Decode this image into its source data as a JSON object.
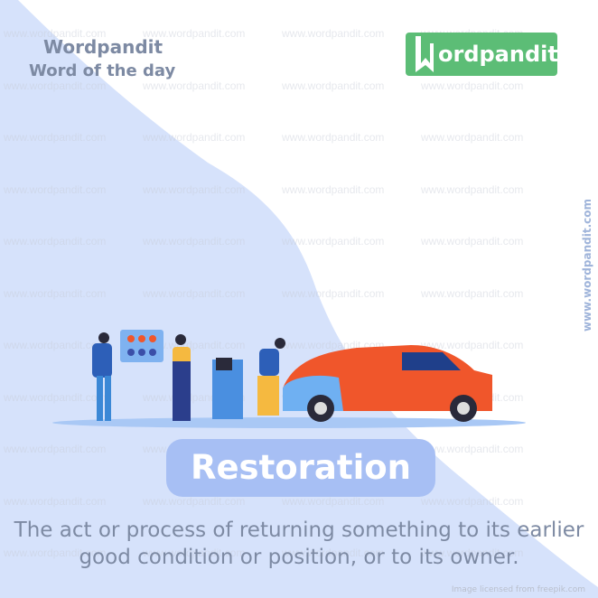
{
  "header": {
    "brand": "Wordpandit",
    "subtitle": "Word of the day"
  },
  "logo": {
    "text": "ordpandit",
    "letter": "W"
  },
  "watermark": "www.wordpandit.com",
  "side_watermark": "www.wordpandit.com",
  "word": "Restoration",
  "definition_lines": [
    "The act or process of returning something to its earlier",
    "good condition or position, or to its owner."
  ],
  "credit": "Image licensed from freepik.com",
  "colors": {
    "background_shape": "#d6e2fb",
    "text": "#7d8aa3",
    "pill": "#a7bff4",
    "logo": "#5cbd76",
    "car": "#f0562b"
  }
}
